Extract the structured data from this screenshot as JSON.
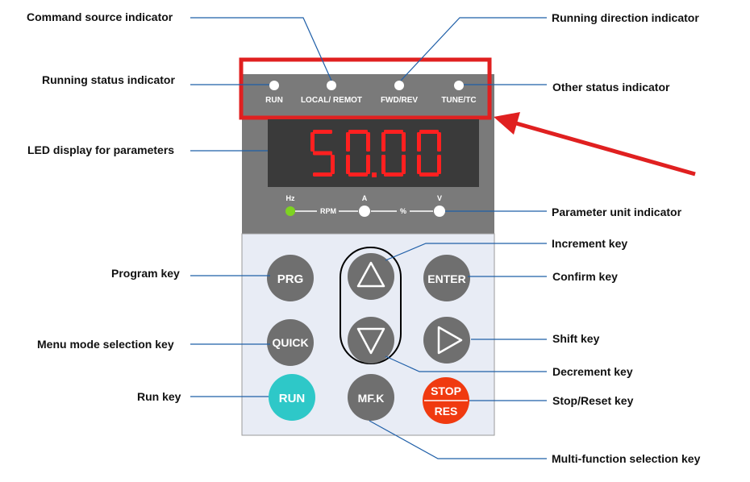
{
  "callouts": {
    "command_source": "Command source indicator",
    "running_direction": "Running direction indicator",
    "running_status": "Running status indicator",
    "other_status": "Other status indicator",
    "led_display": "LED display for parameters",
    "parameter_unit": "Parameter unit indicator",
    "increment": "Increment key",
    "program": "Program key",
    "confirm": "Confirm key",
    "menu_mode": "Menu mode selection key",
    "shift": "Shift key",
    "decrement": "Decrement key",
    "run": "Run key",
    "stop_reset": "Stop/Reset key",
    "multi_function": "Multi-function selection key"
  },
  "status_leds": {
    "run": "RUN",
    "local_remote": "LOCAL/ REMOT",
    "fwd_rev": "FWD/REV",
    "tune_tc": "TUNE/TC"
  },
  "display": {
    "value": "50.00"
  },
  "units": {
    "hz": "Hz",
    "rpm": "RPM",
    "a": "A",
    "percent": "%",
    "v": "V"
  },
  "keys": {
    "prg": "PRG",
    "enter": "ENTER",
    "quick": "QUICK",
    "run": "RUN",
    "mfk": "MF.K",
    "stop": "STOP",
    "res": "RES"
  },
  "colors": {
    "panel_top": "#7a7a7a",
    "panel_bottom": "#e8ecf5",
    "led_screen": "#3a3a3a",
    "led_digits": "#ff2020",
    "key_gray": "#6f6f6f",
    "run_key": "#2ec8c8",
    "stop_key": "#f03a10",
    "hz_led": "#7ed321",
    "highlight": "#e02020",
    "leader": "#1f5fa8"
  }
}
